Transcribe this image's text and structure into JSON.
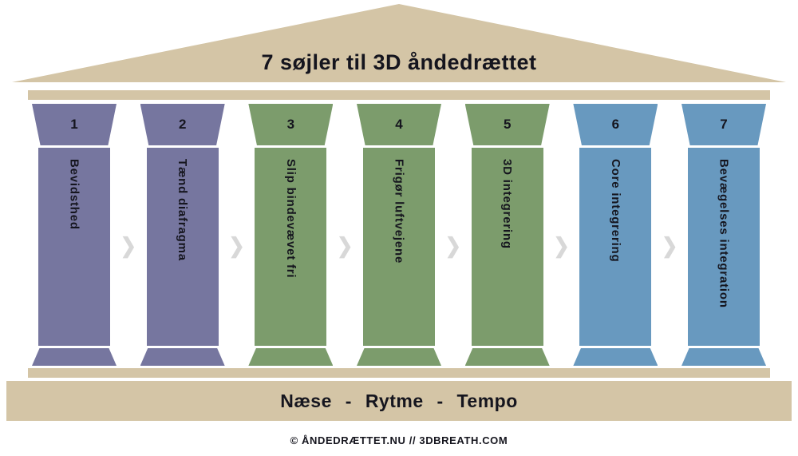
{
  "title": "7 søjler til 3D åndedrættet",
  "pillars": [
    {
      "number": "1",
      "label": "Bevidsthed",
      "color": "#76769f"
    },
    {
      "number": "2",
      "label": "Tænd diafragma",
      "color": "#76769f"
    },
    {
      "number": "3",
      "label": "Slip bindevævet fri",
      "color": "#7c9c6c"
    },
    {
      "number": "4",
      "label": "Frigør luftvejene",
      "color": "#7c9c6c"
    },
    {
      "number": "5",
      "label": "3D integrering",
      "color": "#7c9c6c"
    },
    {
      "number": "6",
      "label": "Core integrering",
      "color": "#6899bf"
    },
    {
      "number": "7",
      "label": "Bevægelses integration",
      "color": "#6899bf"
    }
  ],
  "base_bar": {
    "text": "Næse - Rytme - Tempo"
  },
  "footer": {
    "text": "© ÅNDEDRÆTTET.NU // 3DBREATH.COM"
  },
  "icons": {
    "chevron": "❯"
  },
  "colors": {
    "beige": "#d4c5a6",
    "purple": "#76769f",
    "green": "#7c9c6c",
    "blue": "#6899bf",
    "chevron_gray": "#d8d8d8",
    "text_dark": "#15151e"
  }
}
